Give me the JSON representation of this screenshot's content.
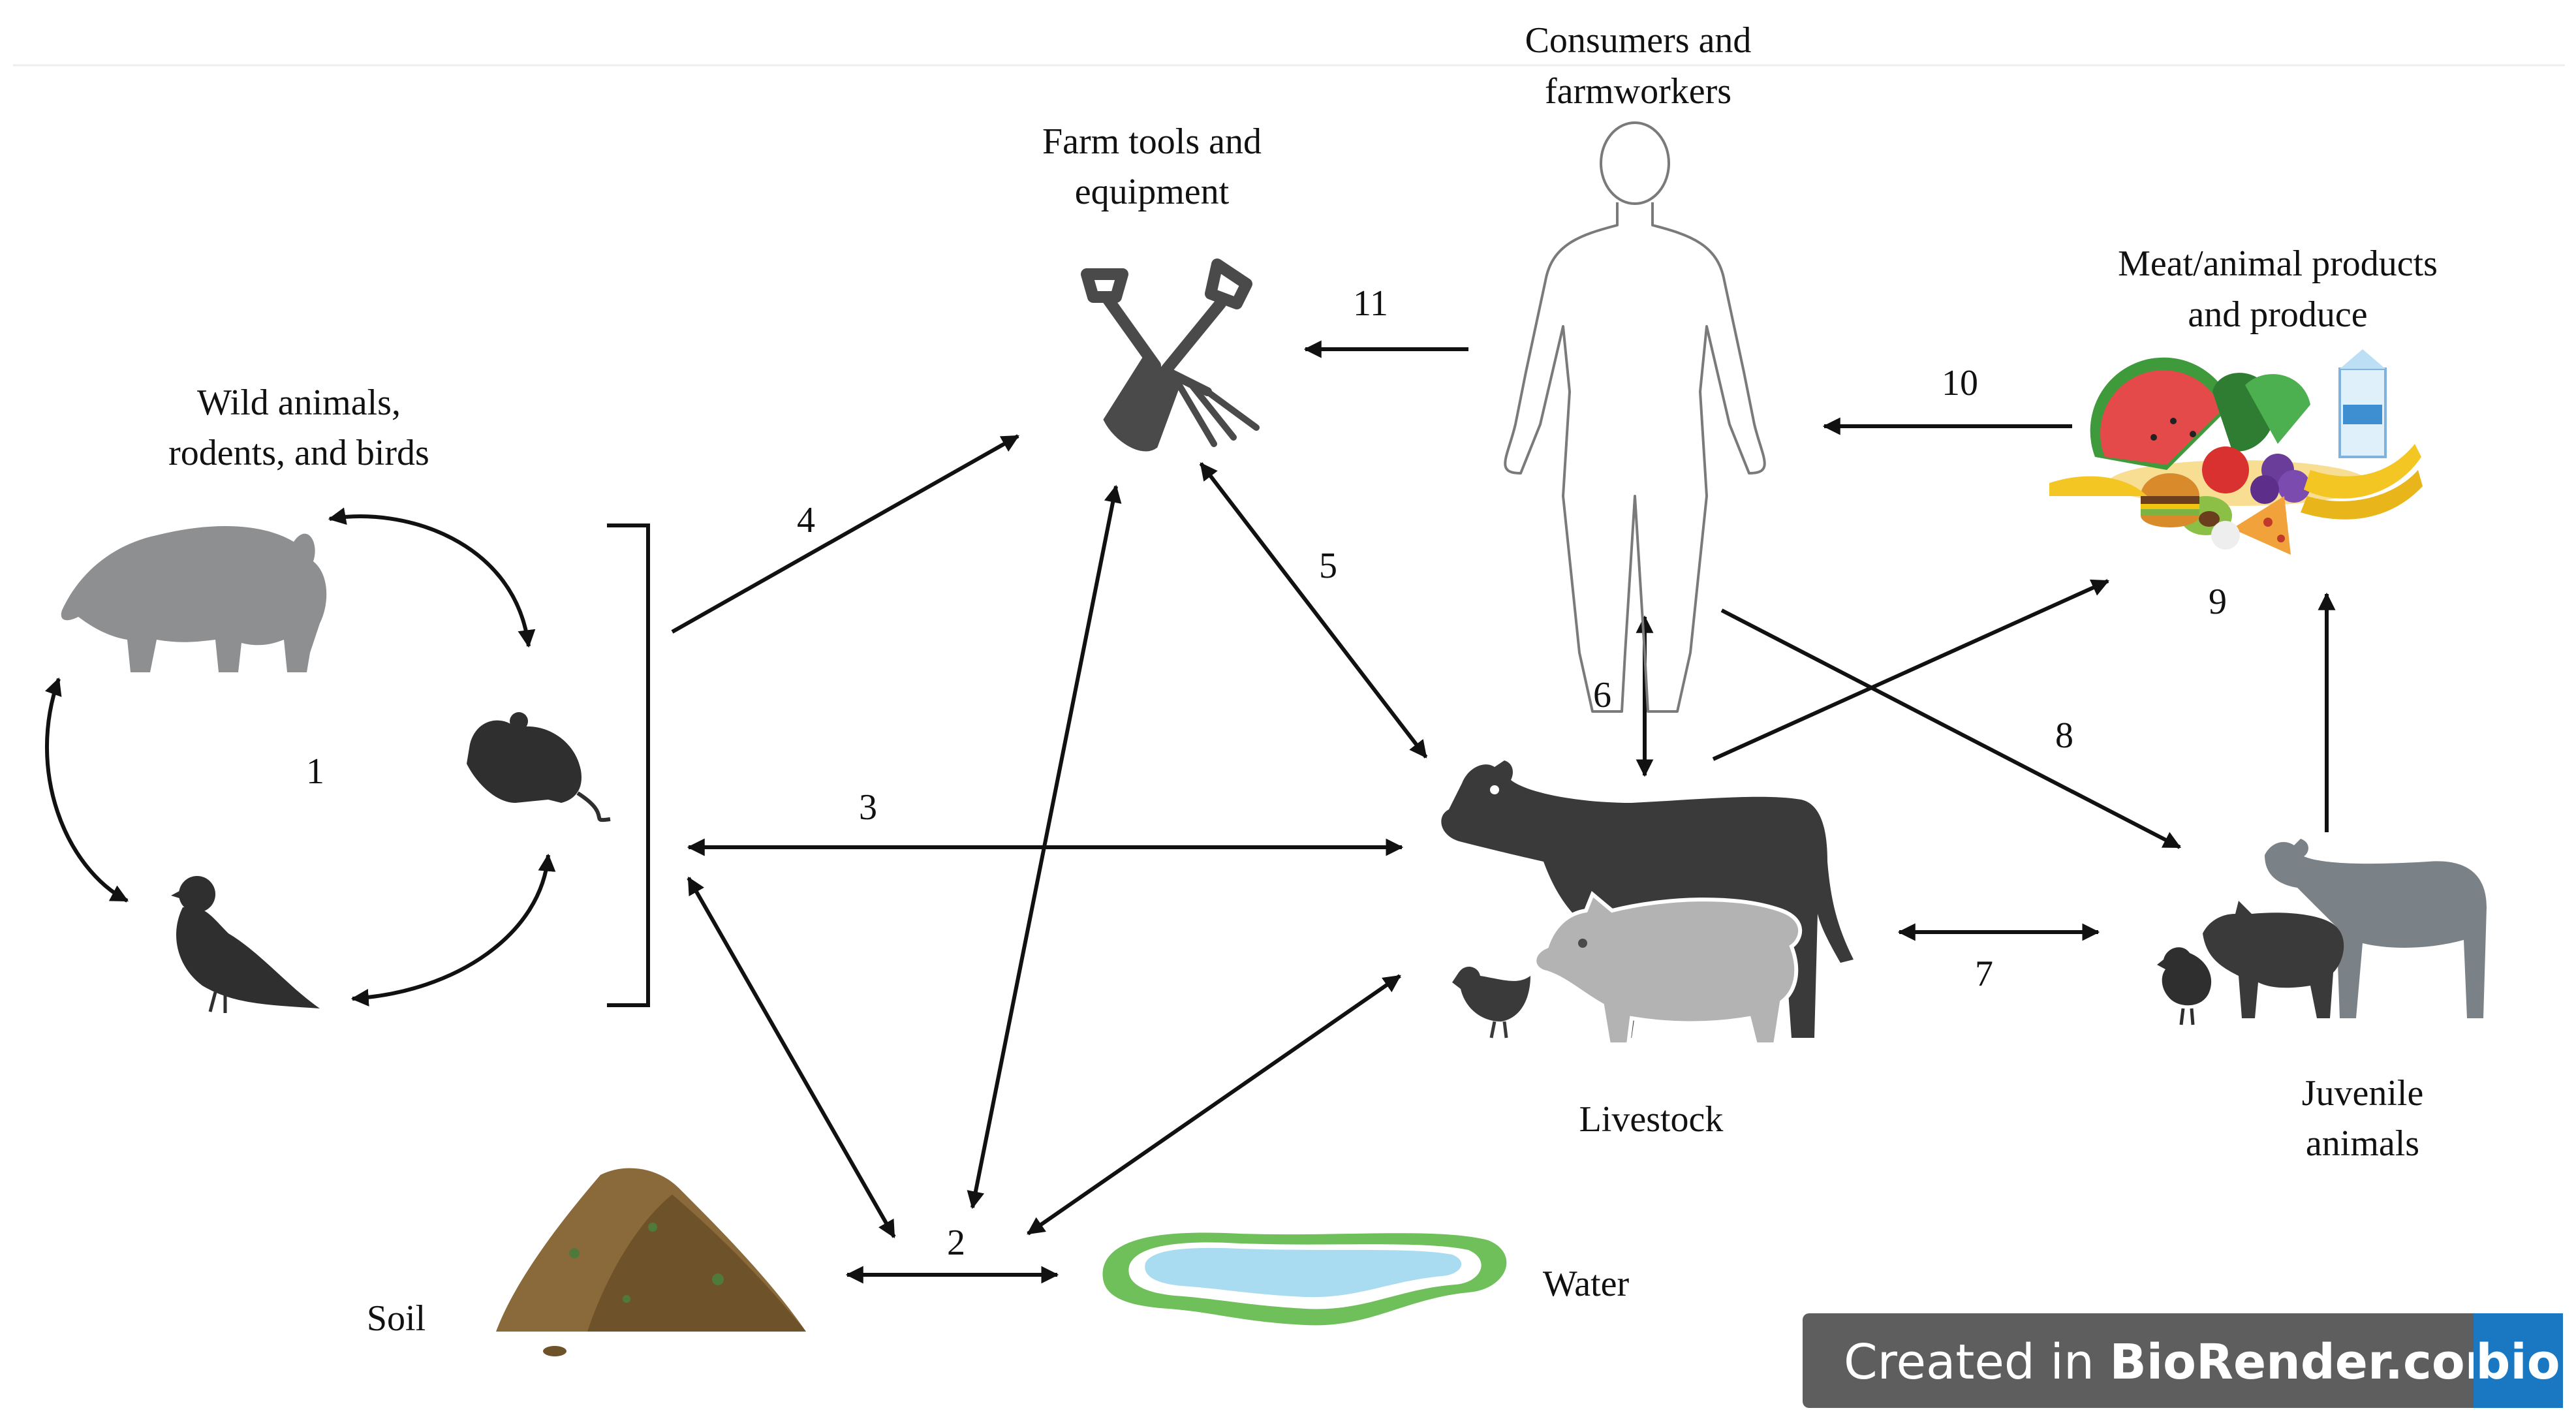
{
  "nodes": {
    "consumers": [
      "Consumers and",
      "farmworkers"
    ],
    "tools": [
      "Farm tools and",
      "equipment"
    ],
    "products": [
      "Meat/animal products",
      "and produce"
    ],
    "wild": [
      "Wild animals,",
      "rodents, and birds"
    ],
    "livestock": "Livestock",
    "juvenile": [
      "Juvenile",
      "animals"
    ],
    "soil": "Soil",
    "water": "Water"
  },
  "route_numbers": [
    "1",
    "2",
    "3",
    "4",
    "5",
    "6",
    "7",
    "8",
    "9",
    "10",
    "11"
  ],
  "badge": {
    "prefix": "Created in ",
    "brand": "BioRender.com",
    "logo": "bio"
  },
  "colors": {
    "wild_gray": "#8d8f91",
    "dark_animal": "#3a3a3a",
    "pig": "#b3b3b3",
    "juvenile_gray": "#7b8287",
    "soil": "#8a6a3a",
    "water": "#a9dcf0",
    "water_edge": "#6fbf5a",
    "badge_bg": "#5e5e5e",
    "badge_logo": "#1a78c2"
  }
}
